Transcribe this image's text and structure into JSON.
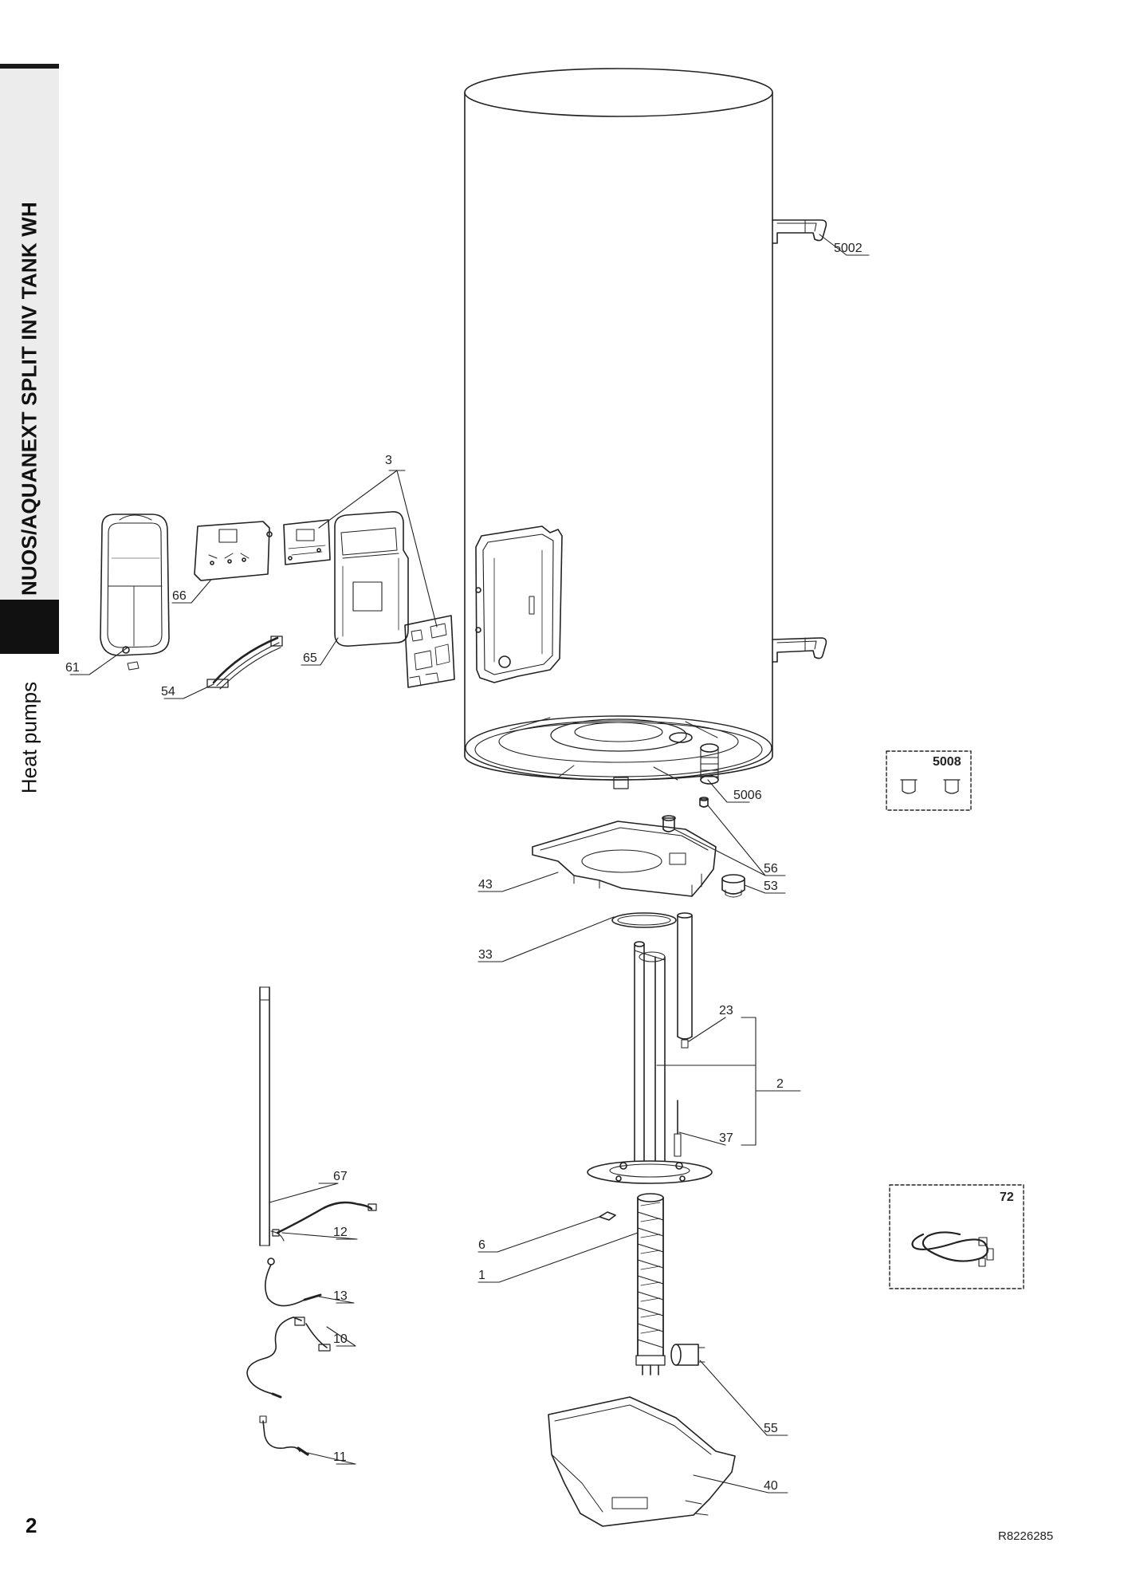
{
  "sidebar": {
    "title": "NUOS/AQUANEXT SPLIT INV TANK WH",
    "section": "Heat pumps"
  },
  "footer": {
    "page_number": "2",
    "document_ref": "R8226285"
  },
  "callouts": {
    "c3": "3",
    "c61": "61",
    "c66": "66",
    "c54": "54",
    "c65": "65",
    "c5002": "5002",
    "c5006": "5006",
    "c5008": "5008",
    "c56": "56",
    "c53": "53",
    "c43": "43",
    "c33": "33",
    "c23": "23",
    "c2": "2",
    "c37": "37",
    "c67": "67",
    "c12": "12",
    "c13": "13",
    "c10": "10",
    "c11": "11",
    "c6": "6",
    "c1": "1",
    "c55": "55",
    "c40": "40",
    "c72": "72"
  }
}
